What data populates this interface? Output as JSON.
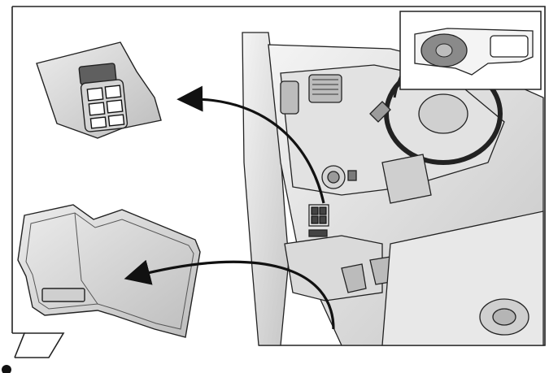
{
  "figure": {
    "description_visible_text": "",
    "parts": {
      "inset": "locator-inset",
      "switch_panel": "switch-panel",
      "lower_panel": "lower-trim-panel",
      "cab_view": "cab-interior",
      "arrows": [
        "arrow-to-switch-panel",
        "arrow-to-lower-panel"
      ]
    },
    "colors": {
      "outline": "#222222",
      "panel_fill": "#dcdcdc",
      "dark_fill": "#6e6e6e",
      "background": "#ffffff"
    }
  }
}
